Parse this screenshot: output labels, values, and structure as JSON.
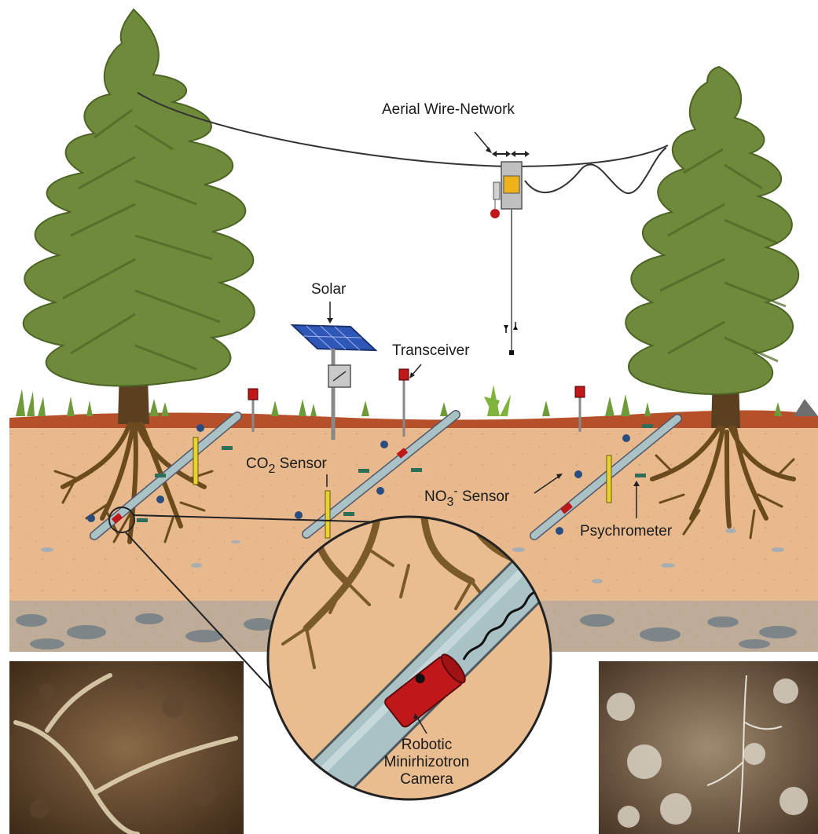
{
  "labels": {
    "aerial_wire_network": "Aerial Wire-Network",
    "solar": "Solar",
    "transceiver": "Transceiver",
    "co2_prefix": "CO",
    "co2_sub": "2",
    "co2_suffix": " Sensor",
    "no3_prefix": "NO",
    "no3_sub": "3",
    "no3_sup": "-",
    "no3_suffix": " Sensor",
    "psychrometer": "Psychrometer",
    "camera_line1": "Robotic",
    "camera_line2": "Minirhizotron",
    "camera_line3": "Camera"
  },
  "colors": {
    "sky": "#ffffff",
    "soil": "#e8b98c",
    "soil_crust": "#b5502a",
    "tree_foliage": "#6f8a3a",
    "trunk": "#5a4020",
    "root": "#6b4a1e",
    "tube": "#9fb8bd",
    "camera": "#c0181a",
    "sensor_yellow": "#e7d231",
    "sensor_blue": "#2a4d80",
    "psychrometer_green": "#2e6e58",
    "solar_panel": "#2f57b8"
  },
  "icons": [
    "tree-icon",
    "solar-panel-icon",
    "transceiver-icon",
    "cable-carriage-icon",
    "co2-sensor-icon",
    "no3-sensor-icon",
    "psychrometer-icon",
    "minirhizotron-tube-icon",
    "robotic-camera-icon",
    "root-photo-left",
    "root-photo-right"
  ]
}
